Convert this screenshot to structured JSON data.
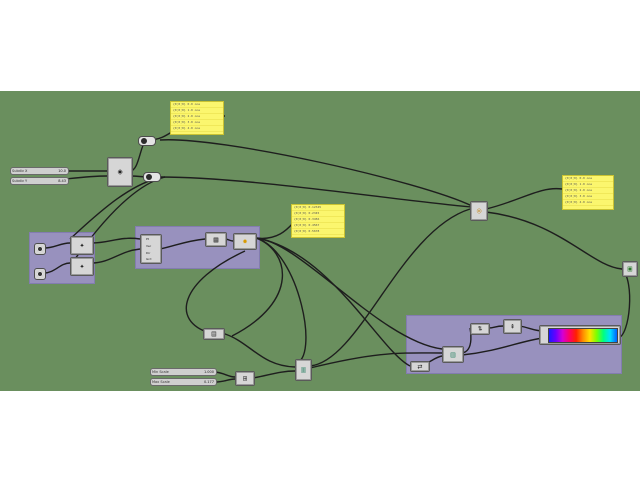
{
  "canvas": {
    "background": "#6a8f5e",
    "group_color": "#9b92c4",
    "panel_color": "#fbf66e",
    "wire_color": "#1e1e1e"
  },
  "sliders": [
    {
      "label": "Subdiv X",
      "value": "10.0"
    },
    {
      "label": "Subdiv Y",
      "value": "8.43"
    },
    {
      "label": "Min Scale",
      "value": "1.000"
    },
    {
      "label": "Max Scale",
      "value": "0.177"
    }
  ],
  "panels": [
    {
      "rows": [
        "{0;0;0} 0.0 one",
        "{0;0;0} 1.0 one",
        "{0;0;0} 2.0 one",
        "{0;0;0} 3.0 one",
        "{0;0;0} 4.0 one"
      ]
    },
    {
      "rows": [
        "{0;0;0} 0.0 one",
        "{0;0;0} 1.0 one",
        "{0;0;0} 2.0 one",
        "{0;0;0} 3.0 one",
        "{0;0;0} 4.0 one"
      ]
    },
    {
      "rows": [
        "{0;0;0} 0.12345",
        "{0;0;0} 0.2345",
        "{0;0;0} 0.3456",
        "{0;0;0} 0.4567",
        "{0;0;0} 0.5678"
      ]
    }
  ],
  "group_inputs": [
    "Pt",
    "Vec",
    "Dir",
    "Grd"
  ],
  "icons": {
    "orbit": "circle-dot-icon",
    "gradient": "gradient-icon"
  }
}
